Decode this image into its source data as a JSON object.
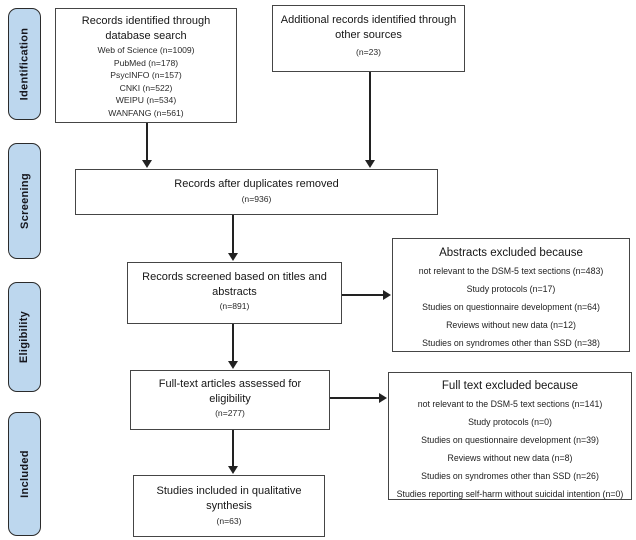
{
  "diagram_type": "PRISMA flow diagram",
  "colors": {
    "stage_fill": "#bdd7ee",
    "stage_border": "#2b2b2b",
    "box_border": "#454545",
    "arrow": "#222222",
    "background": "#ffffff"
  },
  "sidebar": {
    "stages": [
      {
        "label": "Identification"
      },
      {
        "label": "Screening"
      },
      {
        "label": "Eligibility"
      },
      {
        "label": "Included"
      }
    ]
  },
  "flow": {
    "db_search": {
      "title_line1": "Records identified through",
      "title_line2": "database search",
      "lines": [
        "Web of Science (n=1009)",
        "PubMed (n=178)",
        "PsycINFO (n=157)",
        "CNKI (n=522)",
        "WEIPU (n=534)",
        "WANFANG (n=561)"
      ]
    },
    "other_sources": {
      "line1": "Additional records identified through",
      "line2": "other sources",
      "count": "(n=23)"
    },
    "duplicates_removed": {
      "line1": "Records after duplicates removed",
      "count": "(n=936)"
    },
    "screened": {
      "line1": "Records screened based on titles and",
      "line2": "abstracts",
      "count": "(n=891)"
    },
    "abstracts_excluded": {
      "title": "Abstracts excluded because",
      "lines": [
        "not relevant to the DSM-5 text sections (n=483)",
        "Study protocols (n=17)",
        "Studies on questionnaire development (n=64)",
        "Reviews without new data (n=12)",
        "Studies on syndromes other than SSD (n=38)"
      ]
    },
    "fulltext_assessed": {
      "line1": "Full-text articles assessed for",
      "line2": "eligibility",
      "count": "(n=277)"
    },
    "fulltext_excluded": {
      "title": "Full text excluded because",
      "lines": [
        "not relevant to the DSM-5 text sections (n=141)",
        "Study protocols (n=0)",
        "Studies on questionnaire development (n=39)",
        "Reviews without new data (n=8)",
        "Studies on syndromes other than SSD (n=26)",
        "Studies reporting self-harm without suicidal intention (n=0)"
      ]
    },
    "included": {
      "line1": "Studies included in qualitative",
      "line2": "synthesis",
      "count": "(n=63)"
    }
  }
}
